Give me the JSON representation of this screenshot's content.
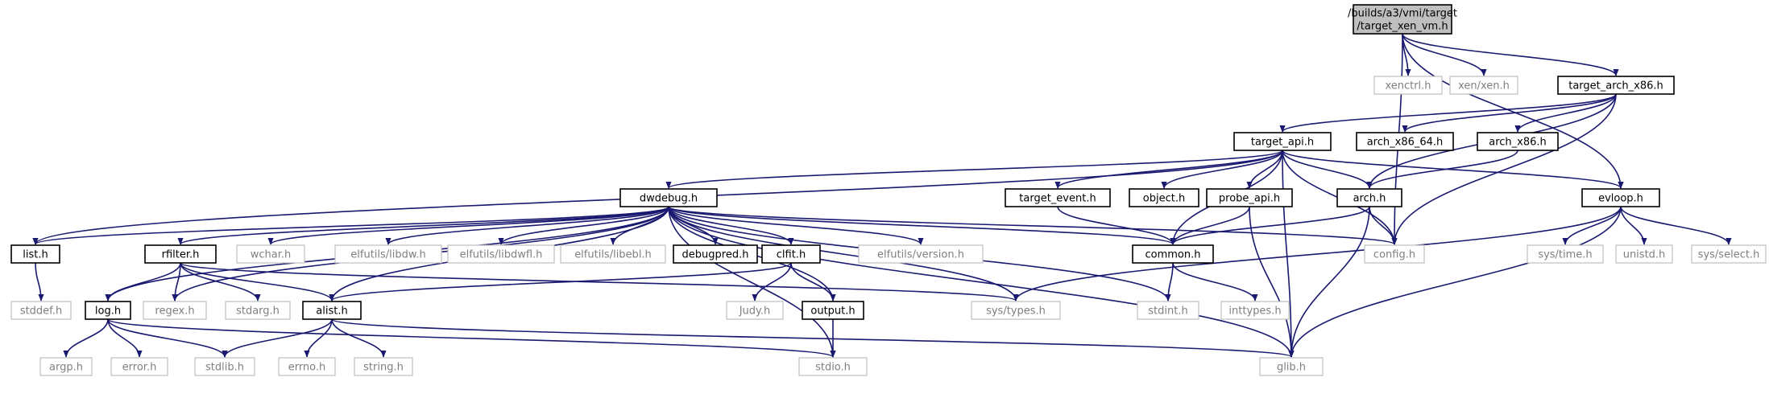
{
  "colors": {
    "edge": "#191970",
    "root_fill": "#bfbfbf",
    "node_fill": "#ffffff",
    "documented_border": "#000000",
    "external_border": "#bfbfbf",
    "external_text": "#7f7f7f",
    "documented_text": "#000000"
  },
  "nodes": [
    {
      "id": "root",
      "label": [
        "/builds/a3/vmi/target",
        "/target_xen_vm.h"
      ],
      "kind": "root"
    },
    {
      "id": "xenctrl",
      "label": [
        "xenctrl.h"
      ],
      "kind": "external"
    },
    {
      "id": "xenxen",
      "label": [
        "xen/xen.h"
      ],
      "kind": "external"
    },
    {
      "id": "target_arch_x86",
      "label": [
        "target_arch_x86.h"
      ],
      "kind": "documented"
    },
    {
      "id": "target_api",
      "label": [
        "target_api.h"
      ],
      "kind": "documented"
    },
    {
      "id": "arch_x86_64",
      "label": [
        "arch_x86_64.h"
      ],
      "kind": "documented"
    },
    {
      "id": "arch_x86",
      "label": [
        "arch_x86.h"
      ],
      "kind": "documented"
    },
    {
      "id": "dwdebug",
      "label": [
        "dwdebug.h"
      ],
      "kind": "documented"
    },
    {
      "id": "target_event",
      "label": [
        "target_event.h"
      ],
      "kind": "documented"
    },
    {
      "id": "object",
      "label": [
        "object.h"
      ],
      "kind": "documented"
    },
    {
      "id": "probe_api",
      "label": [
        "probe_api.h"
      ],
      "kind": "documented"
    },
    {
      "id": "arch",
      "label": [
        "arch.h"
      ],
      "kind": "documented"
    },
    {
      "id": "evloop",
      "label": [
        "evloop.h"
      ],
      "kind": "documented"
    },
    {
      "id": "list",
      "label": [
        "list.h"
      ],
      "kind": "documented"
    },
    {
      "id": "rfilter",
      "label": [
        "rfilter.h"
      ],
      "kind": "documented"
    },
    {
      "id": "wchar",
      "label": [
        "wchar.h"
      ],
      "kind": "external"
    },
    {
      "id": "libdw",
      "label": [
        "elfutils/libdw.h"
      ],
      "kind": "external"
    },
    {
      "id": "libdwfl",
      "label": [
        "elfutils/libdwfl.h"
      ],
      "kind": "external"
    },
    {
      "id": "libebl",
      "label": [
        "elfutils/libebl.h"
      ],
      "kind": "external"
    },
    {
      "id": "debugpred",
      "label": [
        "debugpred.h"
      ],
      "kind": "documented"
    },
    {
      "id": "clfit",
      "label": [
        "clfit.h"
      ],
      "kind": "documented"
    },
    {
      "id": "version",
      "label": [
        "elfutils/version.h"
      ],
      "kind": "external"
    },
    {
      "id": "common",
      "label": [
        "common.h"
      ],
      "kind": "documented"
    },
    {
      "id": "config",
      "label": [
        "config.h"
      ],
      "kind": "external"
    },
    {
      "id": "systime",
      "label": [
        "sys/time.h"
      ],
      "kind": "external"
    },
    {
      "id": "unistd",
      "label": [
        "unistd.h"
      ],
      "kind": "external"
    },
    {
      "id": "sysselect",
      "label": [
        "sys/select.h"
      ],
      "kind": "external"
    },
    {
      "id": "stddef",
      "label": [
        "stddef.h"
      ],
      "kind": "external"
    },
    {
      "id": "log",
      "label": [
        "log.h"
      ],
      "kind": "documented"
    },
    {
      "id": "regex",
      "label": [
        "regex.h"
      ],
      "kind": "external"
    },
    {
      "id": "stdarg",
      "label": [
        "stdarg.h"
      ],
      "kind": "external"
    },
    {
      "id": "alist",
      "label": [
        "alist.h"
      ],
      "kind": "documented"
    },
    {
      "id": "judy",
      "label": [
        "Judy.h"
      ],
      "kind": "external"
    },
    {
      "id": "output",
      "label": [
        "output.h"
      ],
      "kind": "documented"
    },
    {
      "id": "systypes",
      "label": [
        "sys/types.h"
      ],
      "kind": "external"
    },
    {
      "id": "stdint",
      "label": [
        "stdint.h"
      ],
      "kind": "external"
    },
    {
      "id": "inttypes",
      "label": [
        "inttypes.h"
      ],
      "kind": "external"
    },
    {
      "id": "argp",
      "label": [
        "argp.h"
      ],
      "kind": "external"
    },
    {
      "id": "error",
      "label": [
        "error.h"
      ],
      "kind": "external"
    },
    {
      "id": "stdlib",
      "label": [
        "stdlib.h"
      ],
      "kind": "external"
    },
    {
      "id": "errno",
      "label": [
        "errno.h"
      ],
      "kind": "external"
    },
    {
      "id": "string",
      "label": [
        "string.h"
      ],
      "kind": "external"
    },
    {
      "id": "stdio",
      "label": [
        "stdio.h"
      ],
      "kind": "external"
    },
    {
      "id": "glib",
      "label": [
        "glib.h"
      ],
      "kind": "external"
    }
  ],
  "edges": [
    [
      "root",
      "xenctrl"
    ],
    [
      "root",
      "xenxen"
    ],
    [
      "root",
      "target_arch_x86"
    ],
    [
      "root",
      "config"
    ],
    [
      "root",
      "evloop"
    ],
    [
      "target_arch_x86",
      "target_api"
    ],
    [
      "target_arch_x86",
      "arch_x86_64"
    ],
    [
      "target_arch_x86",
      "arch_x86"
    ],
    [
      "target_arch_x86",
      "arch"
    ],
    [
      "target_arch_x86",
      "config"
    ],
    [
      "target_api",
      "list"
    ],
    [
      "target_api",
      "dwdebug"
    ],
    [
      "target_api",
      "target_event"
    ],
    [
      "target_api",
      "object"
    ],
    [
      "target_api",
      "probe_api"
    ],
    [
      "target_api",
      "arch"
    ],
    [
      "target_api",
      "evloop"
    ],
    [
      "target_api",
      "config"
    ],
    [
      "target_api",
      "common"
    ],
    [
      "target_api",
      "glib"
    ],
    [
      "arch_x86",
      "arch"
    ],
    [
      "dwdebug",
      "list"
    ],
    [
      "dwdebug",
      "log"
    ],
    [
      "dwdebug",
      "regex"
    ],
    [
      "dwdebug",
      "rfilter"
    ],
    [
      "dwdebug",
      "wchar"
    ],
    [
      "dwdebug",
      "alist"
    ],
    [
      "dwdebug",
      "libdw"
    ],
    [
      "dwdebug",
      "libdwfl"
    ],
    [
      "dwdebug",
      "libebl"
    ],
    [
      "dwdebug",
      "debugpred"
    ],
    [
      "dwdebug",
      "clfit"
    ],
    [
      "dwdebug",
      "output"
    ],
    [
      "dwdebug",
      "version"
    ],
    [
      "dwdebug",
      "common"
    ],
    [
      "dwdebug",
      "config"
    ],
    [
      "dwdebug",
      "systypes"
    ],
    [
      "dwdebug",
      "stdint"
    ],
    [
      "dwdebug",
      "stdio"
    ],
    [
      "dwdebug",
      "glib"
    ],
    [
      "target_event",
      "common"
    ],
    [
      "probe_api",
      "common"
    ],
    [
      "probe_api",
      "glib"
    ],
    [
      "arch",
      "common"
    ],
    [
      "arch",
      "config"
    ],
    [
      "arch",
      "glib"
    ],
    [
      "evloop",
      "systypes"
    ],
    [
      "evloop",
      "systime"
    ],
    [
      "evloop",
      "unistd"
    ],
    [
      "evloop",
      "sysselect"
    ],
    [
      "evloop",
      "glib"
    ],
    [
      "list",
      "stddef"
    ],
    [
      "rfilter",
      "log"
    ],
    [
      "rfilter",
      "regex"
    ],
    [
      "rfilter",
      "stdarg"
    ],
    [
      "rfilter",
      "alist"
    ],
    [
      "rfilter",
      "systypes"
    ],
    [
      "clfit",
      "alist"
    ],
    [
      "clfit",
      "judy"
    ],
    [
      "clfit",
      "output"
    ],
    [
      "common",
      "stdint"
    ],
    [
      "common",
      "inttypes"
    ],
    [
      "log",
      "argp"
    ],
    [
      "log",
      "error"
    ],
    [
      "log",
      "stdlib"
    ],
    [
      "log",
      "stdio"
    ],
    [
      "alist",
      "stdlib"
    ],
    [
      "alist",
      "errno"
    ],
    [
      "alist",
      "string"
    ],
    [
      "alist",
      "glib"
    ],
    [
      "output",
      "stdio"
    ]
  ]
}
